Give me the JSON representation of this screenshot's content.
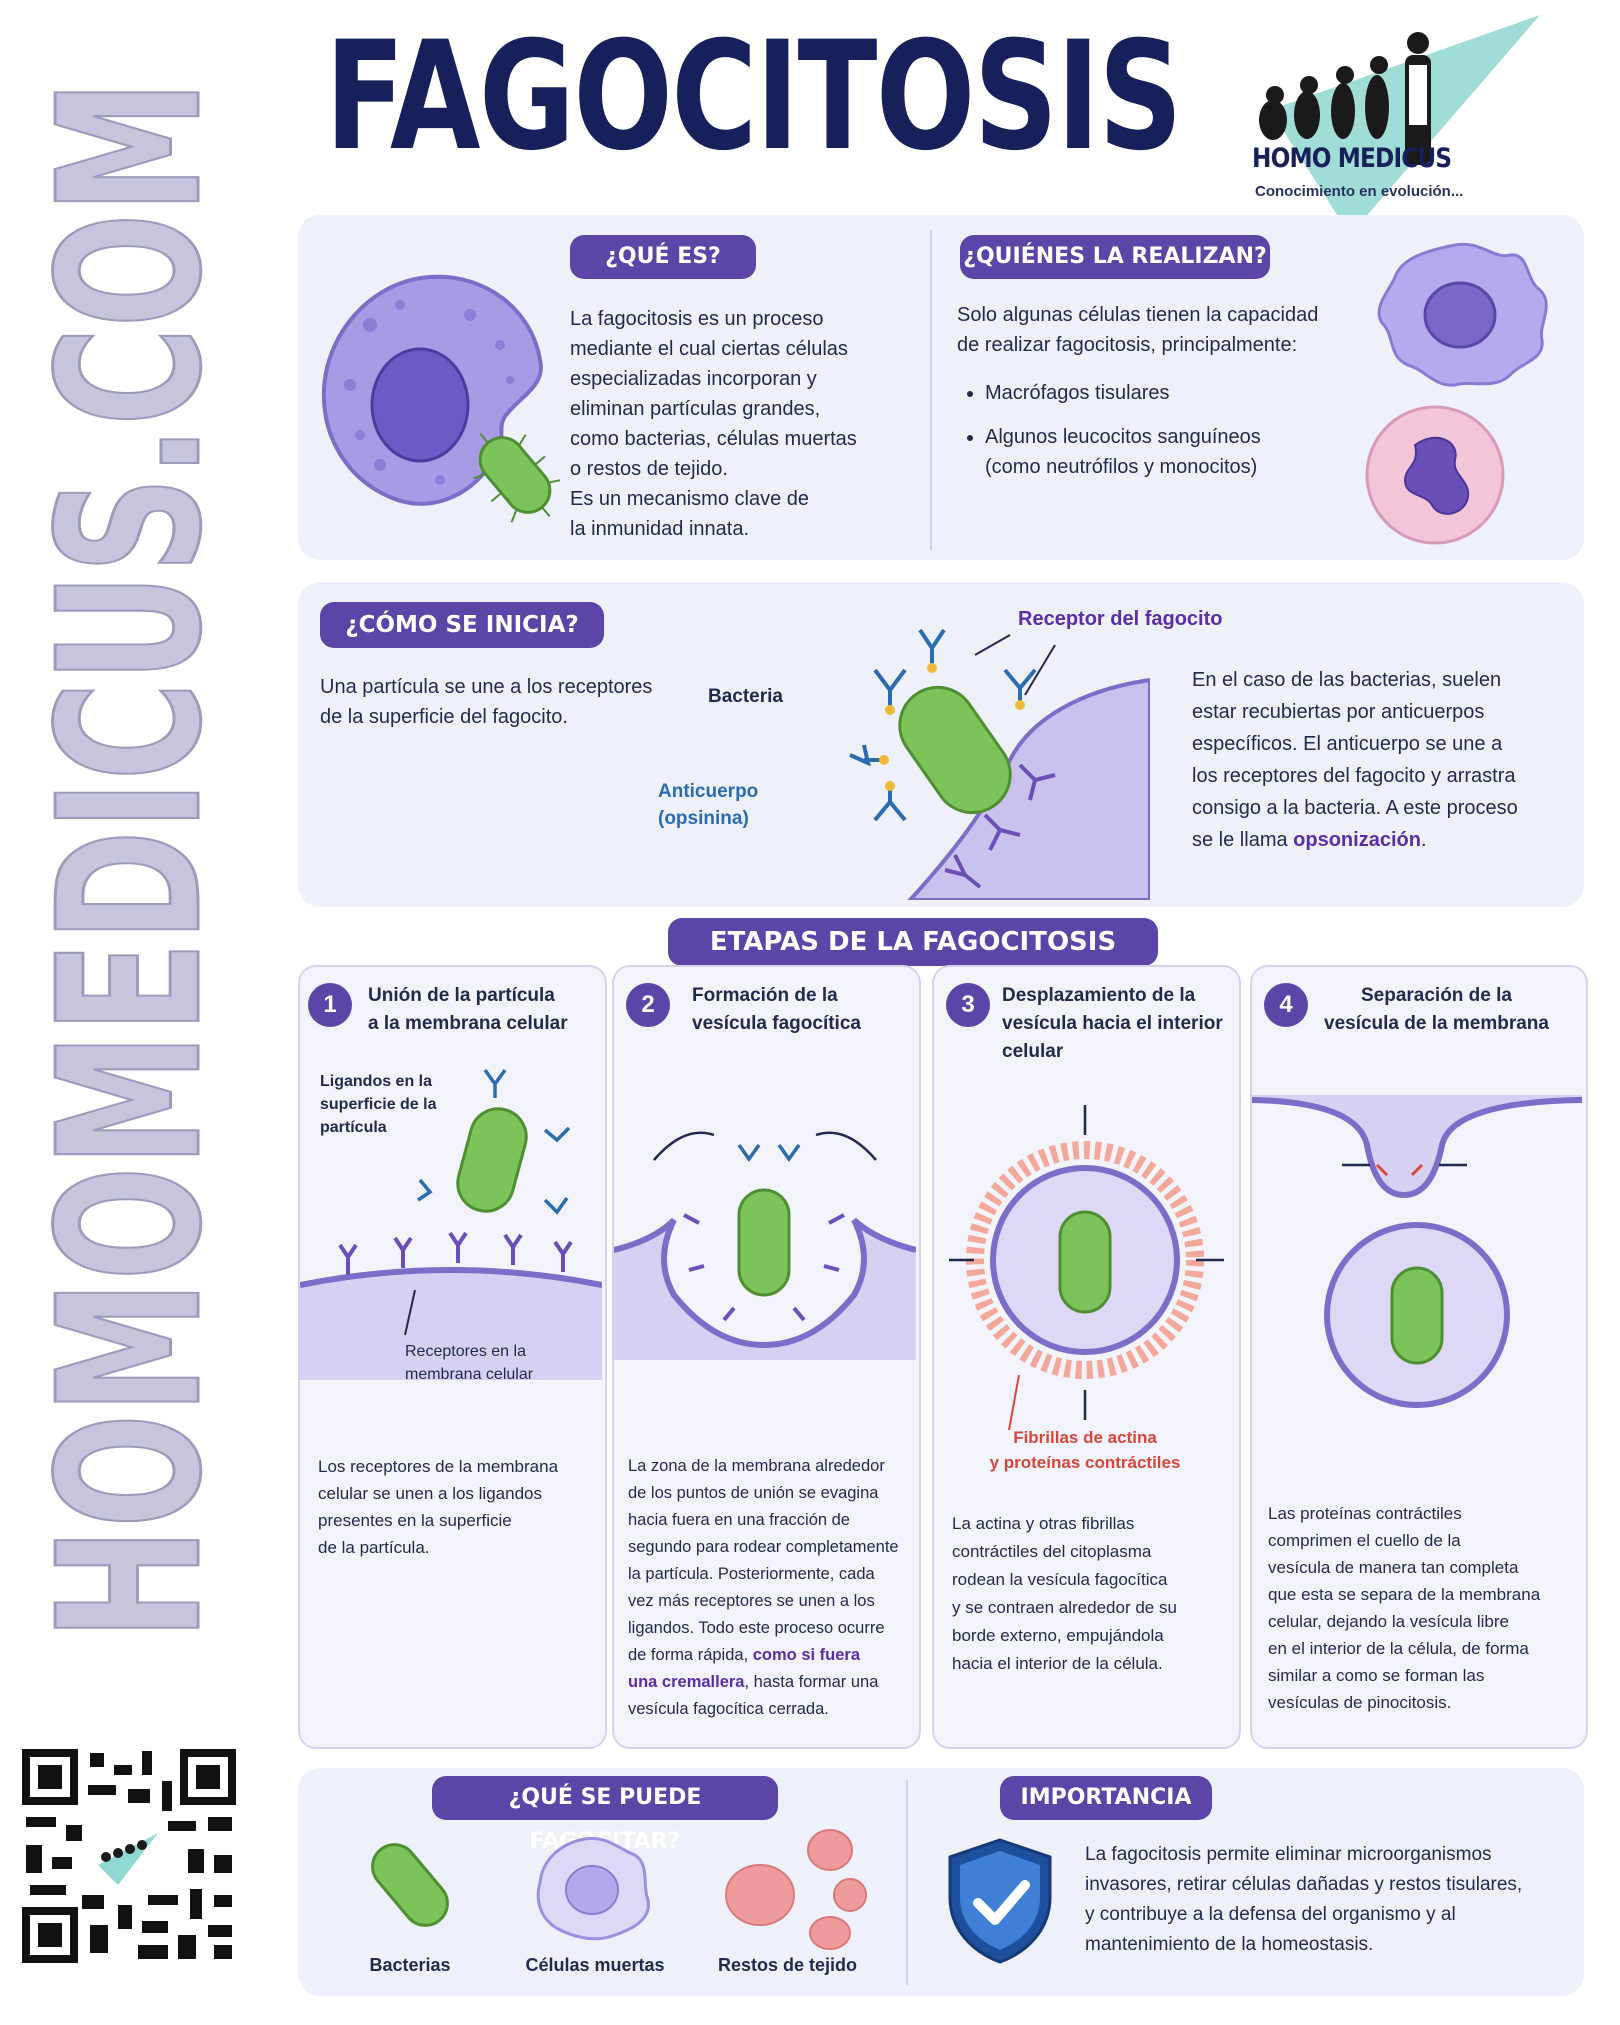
{
  "site_vertical": "HOMOMEDICUS.COM",
  "title": "FAGOCITOSIS",
  "logo": {
    "name": "HOMO MEDICUS",
    "tagline": "Conocimiento en evolución..."
  },
  "que_es": {
    "heading": "¿QUÉ ES?",
    "lines": [
      "La fagocitosis es un proceso",
      "mediante el cual ciertas células",
      "especializadas incorporan y",
      "eliminan partículas grandes,",
      "como bacterias, células muertas",
      "o restos de tejido.",
      "Es un mecanismo clave de",
      "la inmunidad innata."
    ]
  },
  "quienes": {
    "heading": "¿QUIÉNES LA REALIZAN?",
    "lines": [
      "Solo algunas células tienen la capacidad",
      "de realizar fagocitosis, principalmente:"
    ],
    "bullets": [
      "Macrófagos tisulares",
      "Algunos leucocitos sanguíneos",
      "(como neutrófilos y monocitos)"
    ]
  },
  "como": {
    "heading": "¿CÓMO SE INICIA?",
    "lines": [
      "Una partícula se une a los receptores",
      "de la superficie del fagocito."
    ],
    "label_receptor": "Receptor del fagocito",
    "label_bacteria": "Bacteria",
    "label_anticuerpo": "Anticuerpo",
    "label_opsonina": "(opsinina)",
    "right_lines": [
      "En el caso de las bacterias, suelen",
      "estar recubiertas por anticuerpos",
      "específicos. El anticuerpo se une a",
      "los receptores del fagocito y arrastra",
      "consigo a la bacteria. A este proceso"
    ],
    "right_last": "se le llama ",
    "right_bold": "opsonización",
    "right_end": "."
  },
  "etapas_heading": "ETAPAS DE LA FAGOCITOSIS",
  "stages": [
    {
      "num": "1",
      "title1": "Unión de la partícula",
      "title2": "a la membrana celular",
      "title3": "",
      "label_a1": "Ligandos en la",
      "label_a2": "superficie de la",
      "label_a3": "partícula",
      "label_b1": "Receptores en la",
      "label_b2": "membrana celular",
      "text": [
        "Los receptores de la membrana",
        "celular se unen a los ligandos",
        "presentes en la superficie",
        "de la partícula."
      ]
    },
    {
      "num": "2",
      "title1": "Formación de la",
      "title2": "vesícula fagocítica",
      "title3": "",
      "text": [
        "La zona de la membrana alrededor",
        "de los puntos de unión se evagina",
        "hacia fuera en una fracción de",
        "segundo para rodear completamente",
        "la partícula. Posteriormente, cada",
        "vez más receptores se unen a los",
        "ligandos. Todo este proceso ocurre"
      ],
      "text_a": "de forma rápida, ",
      "text_b": "como si fuera",
      "text_c": "una cremallera",
      "text_d": ", hasta formar una",
      "text_e": "vesícula fagocítica cerrada."
    },
    {
      "num": "3",
      "title1": "Desplazamiento de la",
      "title2": "vesícula hacia el interior",
      "title3": "celular",
      "label_a1": "Fibrillas de actina",
      "label_a2": "y proteínas contráctiles",
      "text": [
        "La actina y otras fibrillas",
        "contráctiles del citoplasma",
        "rodean la vesícula fagocítica",
        "y se contraen alrededor de su",
        "borde externo, empujándola",
        "hacia el interior de la célula."
      ]
    },
    {
      "num": "4",
      "title1": "Separación de la",
      "title2": "vesícula de la membrana",
      "title3": "",
      "text": [
        "Las proteínas contráctiles",
        "comprimen el cuello de la",
        "vesícula de manera tan completa",
        "que esta se separa de la membrana",
        "celular, dejando la vesícula libre",
        "en el interior de la célula, de forma",
        "similar a como se forman las",
        "vesículas de pinocitosis."
      ]
    }
  ],
  "fagocitar": {
    "heading": "¿QUÉ SE PUEDE FAGOCITAR?",
    "items": [
      "Bacterias",
      "Células muertas",
      "Restos de tejido"
    ]
  },
  "importancia": {
    "heading": "IMPORTANCIA",
    "lines": [
      "La fagocitosis permite eliminar microorganismos",
      "invasores, retirar células dañadas y restos tisulares,",
      "y contribuye a la defensa del organismo y al",
      "mantenimiento de la homeostasis."
    ]
  },
  "colors": {
    "accent": "#5b46a8",
    "title": "#17205a",
    "panel": "#eef0fa",
    "bacteria": "#7cc35a",
    "cell": "#9c8fe0"
  }
}
